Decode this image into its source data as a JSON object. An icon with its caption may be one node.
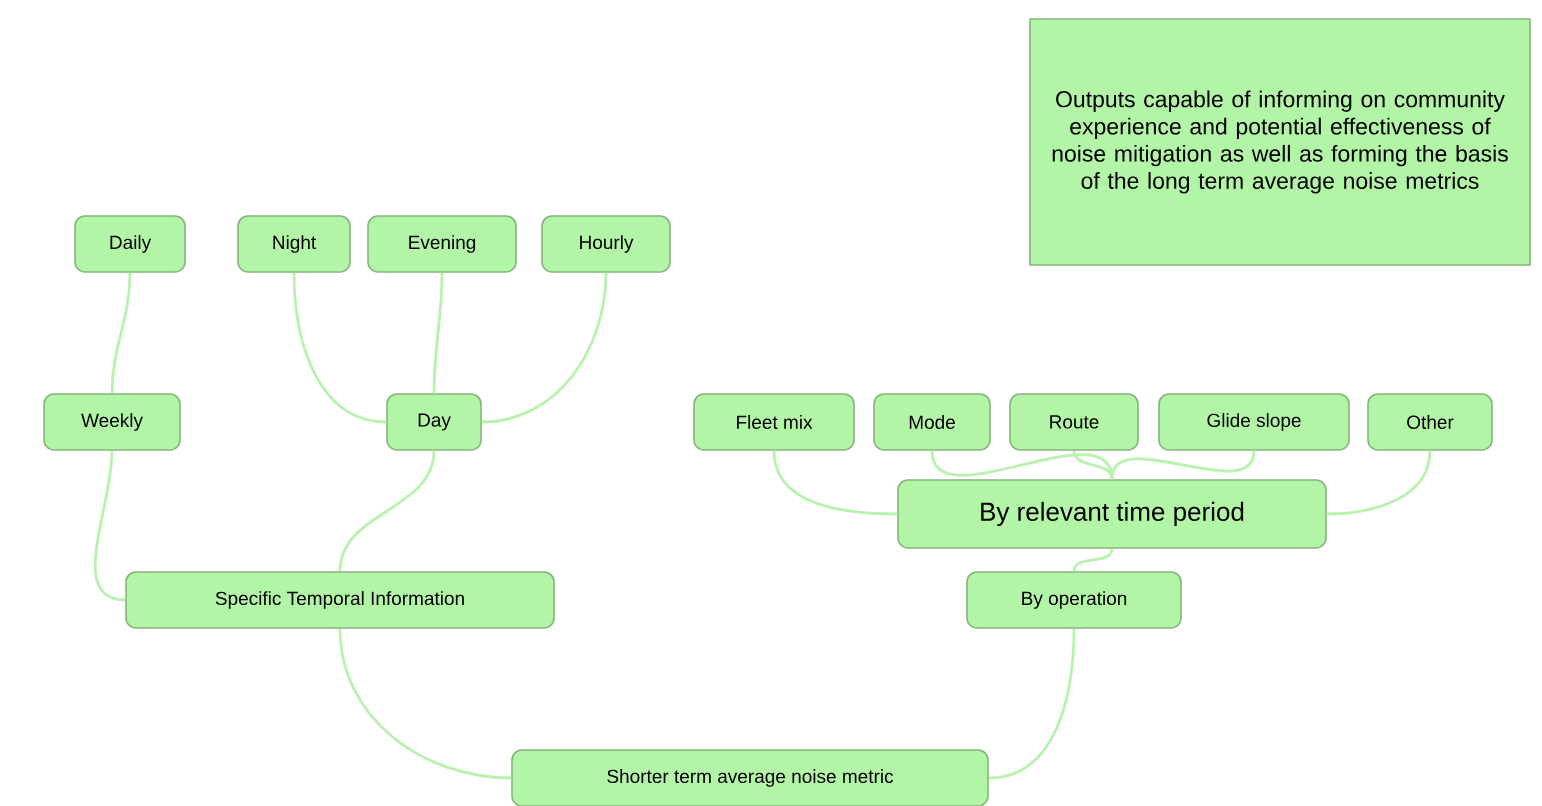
{
  "diagram": {
    "nodes": [
      {
        "text": [
          "Outputs capable of informing on community experience and potential effectiveness of noise mitigation as well as forming the basis of the long term average noise metrics"
        ]
      },
      {
        "text": [
          "Daily"
        ]
      },
      {
        "text": [
          "Night"
        ]
      },
      {
        "text": [
          "Evening"
        ]
      },
      {
        "text": [
          "Hourly"
        ]
      },
      {
        "text": [
          "Weekly"
        ]
      },
      {
        "text": [
          "Day"
        ]
      },
      {
        "text": [
          "Fleet mix"
        ]
      },
      {
        "text": [
          "Mode"
        ]
      },
      {
        "text": [
          "Route"
        ]
      },
      {
        "text": [
          "Glide slope"
        ]
      },
      {
        "text": [
          "Other"
        ]
      },
      {
        "text": [
          "By relevant time period"
        ]
      },
      {
        "text": [
          "Specific Temporal Information"
        ]
      },
      {
        "text": [
          "By operation"
        ]
      },
      {
        "text": [
          "Shorter term average noise metric"
        ]
      }
    ],
    "edges": [
      {
        "from": 1,
        "to": 5,
        "arrow": "none"
      },
      {
        "from": 2,
        "to": 6,
        "arrow": "none"
      },
      {
        "from": 3,
        "to": 6,
        "arrow": "none"
      },
      {
        "from": 4,
        "to": 6,
        "arrow": "none"
      },
      {
        "from": 5,
        "to": 13,
        "arrow": "none"
      },
      {
        "from": 6,
        "to": 13,
        "arrow": "none"
      },
      {
        "from": 7,
        "to": 12,
        "arrow": "none"
      },
      {
        "from": 8,
        "to": 12,
        "arrow": "none"
      },
      {
        "from": 9,
        "to": 12,
        "arrow": "none"
      },
      {
        "from": 10,
        "to": 12,
        "arrow": "none"
      },
      {
        "from": 11,
        "to": 12,
        "arrow": "none"
      },
      {
        "from": 12,
        "to": 14,
        "arrow": "none"
      },
      {
        "from": 13,
        "to": 15,
        "arrow": "none"
      },
      {
        "from": 14,
        "to": 15,
        "arrow": "none"
      }
    ]
  }
}
